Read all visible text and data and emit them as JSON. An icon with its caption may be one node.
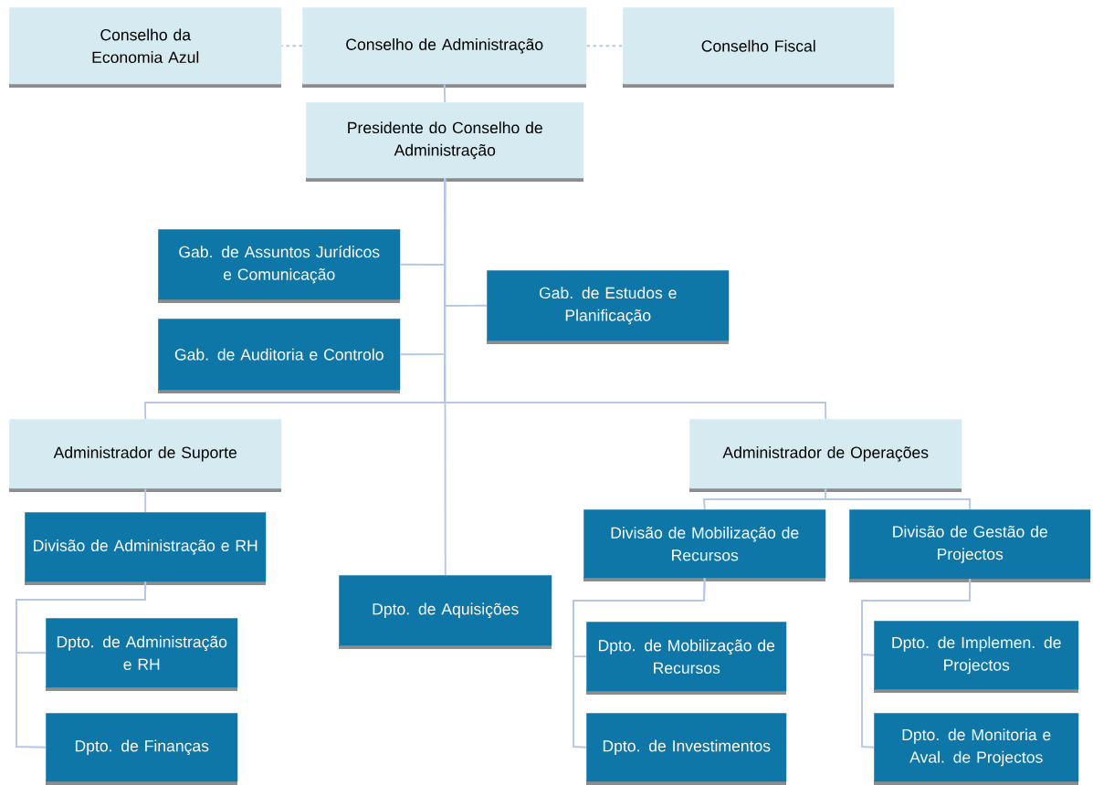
{
  "diagram": {
    "nodes": [
      {
        "text": [
          "Conselho da Economia Azul"
        ]
      },
      {
        "text": [
          "Conselho de Administração"
        ]
      },
      {
        "text": [
          "Conselho Fiscal"
        ]
      },
      {
        "text": [
          "Presidente do Conselho de Administração"
        ]
      },
      {
        "text": [
          "Gab. de Assuntos Jurídicos e Comunicação"
        ]
      },
      {
        "text": [
          "Gab. de Estudos e Planificação"
        ]
      },
      {
        "text": [
          "Gab. de Auditoria e Controlo"
        ]
      },
      {
        "text": [
          "Administrador de Suporte"
        ]
      },
      {
        "text": [
          "Administrador de Operações"
        ]
      },
      {
        "text": [
          "Divisão de Administração e RH"
        ]
      },
      {
        "text": [
          "Dpto. de Aquisições"
        ]
      },
      {
        "text": [
          "Divisão de Mobilização de Recursos"
        ]
      },
      {
        "text": [
          "Divisão de Gestão de Projectos"
        ]
      },
      {
        "text": [
          "Dpto. de Administração e RH"
        ]
      },
      {
        "text": [
          "Dpto. de Finanças"
        ]
      },
      {
        "text": [
          "Dpto. de Mobilização de Recursos"
        ]
      },
      {
        "text": [
          "Dpto. de Investimentos"
        ]
      },
      {
        "text": [
          "Dpto. de Implemen. de Projectos"
        ]
      },
      {
        "text": [
          "Dpto. de Monitoria e Aval. de Projectos"
        ]
      }
    ],
    "edges": [
      {
        "from": 1,
        "to": 0,
        "arrow": "none",
        "style": "dashed"
      },
      {
        "from": 1,
        "to": 2,
        "arrow": "none",
        "style": "dashed"
      },
      {
        "from": 1,
        "to": 3,
        "arrow": "none"
      },
      {
        "from": 3,
        "to": 4,
        "arrow": "none"
      },
      {
        "from": 3,
        "to": 5,
        "arrow": "none"
      },
      {
        "from": 3,
        "to": 6,
        "arrow": "none"
      },
      {
        "from": 3,
        "to": 7,
        "arrow": "none"
      },
      {
        "from": 3,
        "to": 8,
        "arrow": "none"
      },
      {
        "from": 3,
        "to": 10,
        "arrow": "none"
      },
      {
        "from": 7,
        "to": 9,
        "arrow": "none"
      },
      {
        "from": 9,
        "to": 13,
        "arrow": "none"
      },
      {
        "from": 9,
        "to": 14,
        "arrow": "none"
      },
      {
        "from": 8,
        "to": 11,
        "arrow": "none"
      },
      {
        "from": 8,
        "to": 12,
        "arrow": "none"
      },
      {
        "from": 11,
        "to": 15,
        "arrow": "none"
      },
      {
        "from": 11,
        "to": 16,
        "arrow": "none"
      },
      {
        "from": 12,
        "to": 17,
        "arrow": "none"
      },
      {
        "from": 12,
        "to": 18,
        "arrow": "none"
      }
    ]
  }
}
